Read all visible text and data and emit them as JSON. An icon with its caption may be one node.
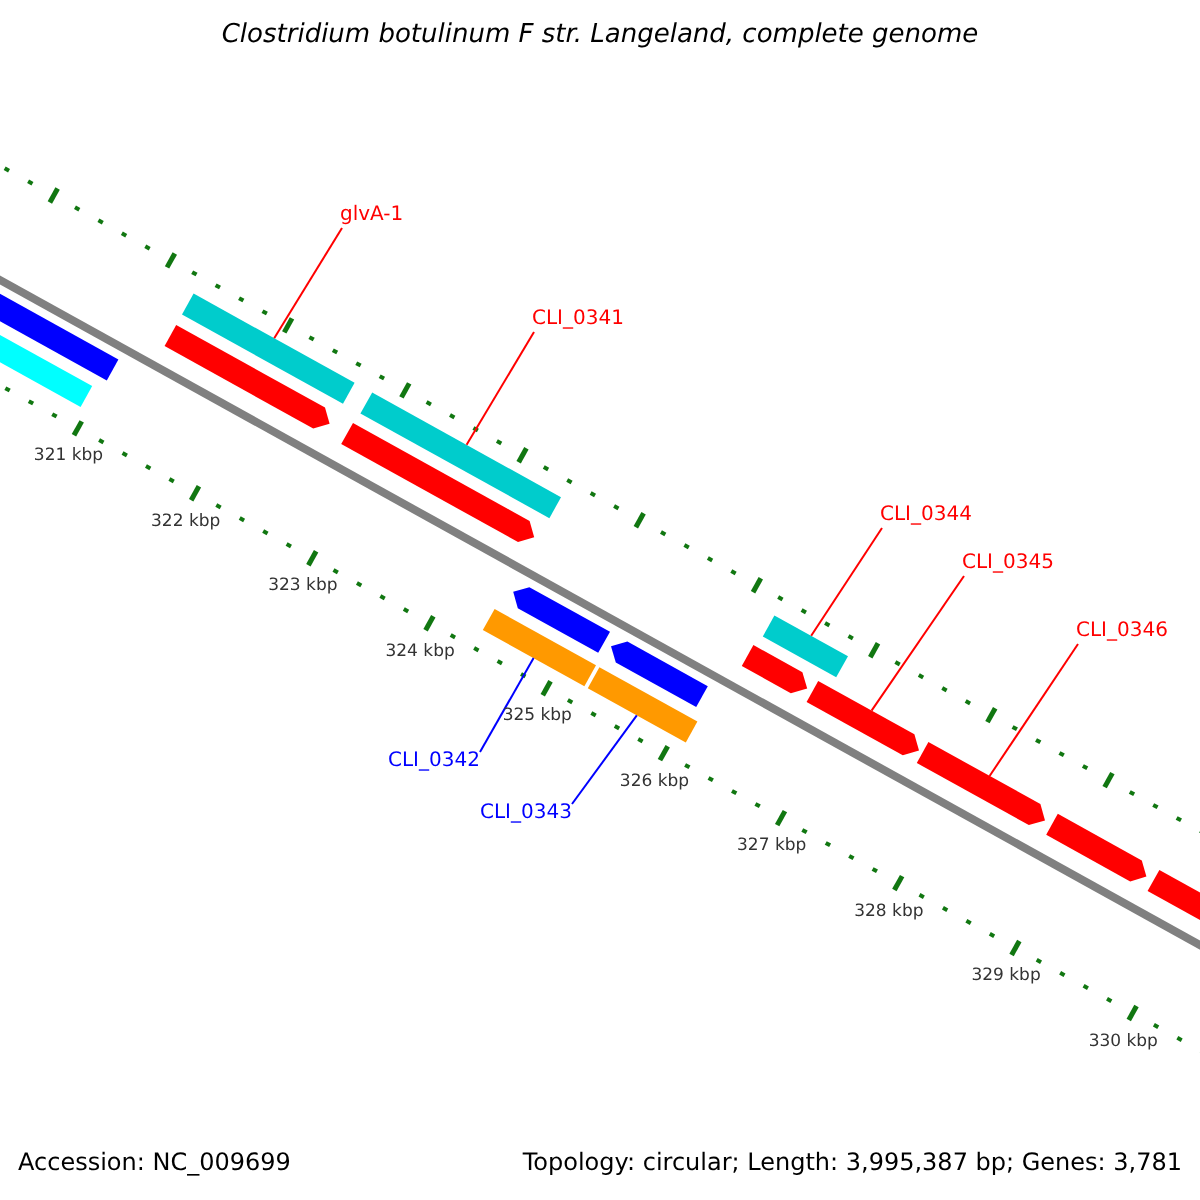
{
  "diagram": {
    "title": "Clostridium botulinum F str. Langeland, complete genome",
    "nodes": [
      {
        "text": [
          "glvA-1"
        ]
      },
      {
        "text": [
          "CLI_0341"
        ]
      },
      {
        "text": [
          "CLI_0342"
        ]
      },
      {
        "text": [
          "CLI_0343"
        ]
      },
      {
        "text": [
          "CLI_0344"
        ]
      },
      {
        "text": [
          "CLI_0345"
        ]
      },
      {
        "text": [
          "CLI_0346"
        ]
      },
      {
        "text": [],
        "shape": "bar"
      },
      {
        "text": [],
        "shape": "bar"
      },
      {
        "text": [],
        "shape": "arrow"
      },
      {
        "text": [],
        "shape": "bar"
      },
      {
        "text": [],
        "shape": "arrow"
      },
      {
        "text": [],
        "shape": "bar"
      },
      {
        "text": [],
        "shape": "bar"
      },
      {
        "text": [],
        "shape": "arrow"
      },
      {
        "text": [],
        "shape": "arrow"
      },
      {
        "text": [],
        "shape": "bar"
      },
      {
        "text": [],
        "shape": "arrow"
      },
      {
        "text": [],
        "shape": "bar"
      },
      {
        "text": [],
        "shape": "arrow"
      },
      {
        "text": [],
        "shape": "arrow"
      },
      {
        "text": [],
        "shape": "arrow"
      },
      {
        "text": [],
        "shape": "arrow"
      }
    ],
    "edges": [
      {
        "from": 0,
        "to": 10,
        "arrow": "none",
        "color": "#ff0000"
      },
      {
        "from": 1,
        "to": 12,
        "arrow": "none",
        "color": "#ff0000"
      },
      {
        "from": 2,
        "to": 13,
        "arrow": "none",
        "color": "#0000ff"
      },
      {
        "from": 3,
        "to": 16,
        "arrow": "none",
        "color": "#0000ff"
      },
      {
        "from": 4,
        "to": 18,
        "arrow": "none",
        "color": "#ff0000"
      },
      {
        "from": 5,
        "to": 19,
        "arrow": "none",
        "color": "#ff0000"
      },
      {
        "from": 6,
        "to": 20,
        "arrow": "none",
        "color": "#ff0000"
      }
    ],
    "labels": [
      "321 kbp",
      "322 kbp",
      "323 kbp",
      "324 kbp",
      "325 kbp",
      "326 kbp",
      "327 kbp",
      "328 kbp",
      "329 kbp",
      "330 kbp",
      "Accession: NC_009699",
      "Topology: circular; Length: 3,995,387 bp; Genes: 3,781"
    ]
  }
}
